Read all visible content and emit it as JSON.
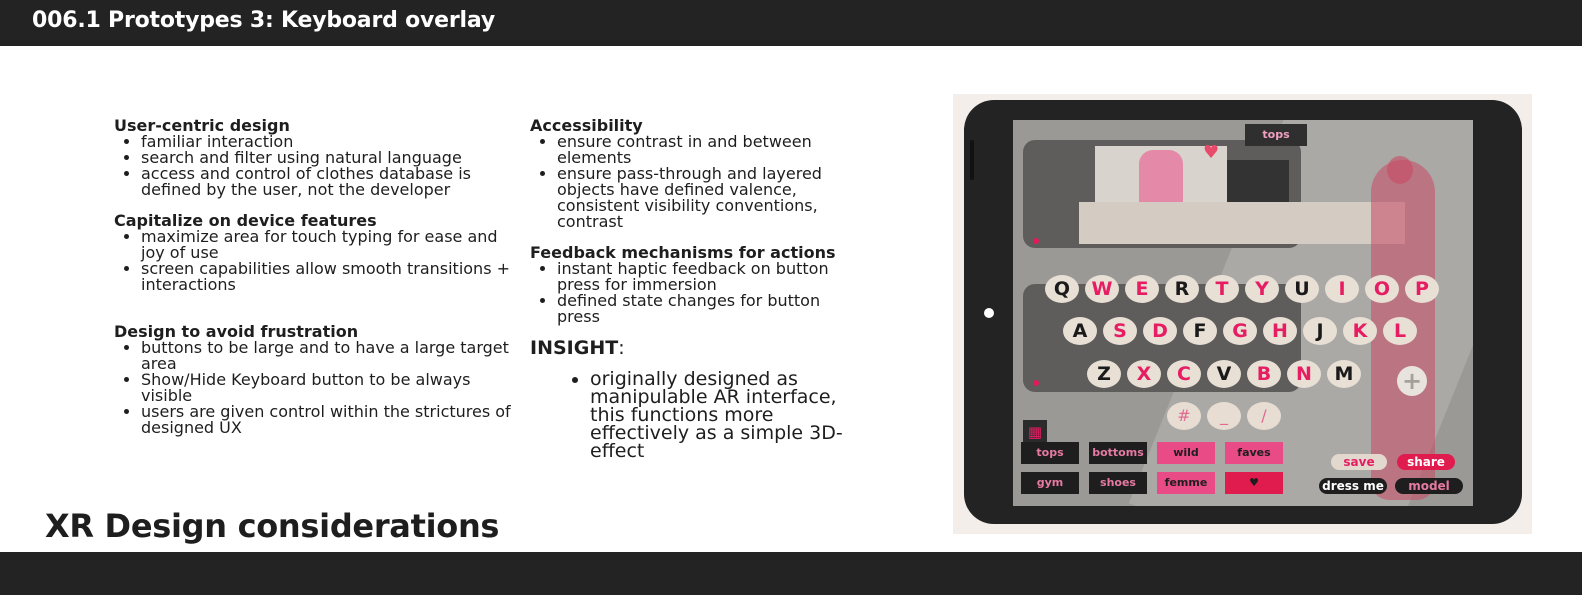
{
  "header": {
    "title": "006.1 Prototypes 3: Keyboard overlay"
  },
  "left_column": {
    "sections": [
      {
        "heading": "User-centric design",
        "items": [
          "familiar interaction",
          "search and filter using natural language",
          "access and control of clothes database is defined by the user, not the developer"
        ]
      },
      {
        "heading": "Capitalize on device features",
        "items": [
          "maximize area for touch typing for ease and joy of use",
          "screen capabilities allow smooth transitions + interactions"
        ]
      },
      {
        "heading": "Design to avoid frustration",
        "items": [
          "buttons to be large and to have a large target area",
          "Show/Hide Keyboard button to be always visible",
          "users are given control within the strictures of designed UX"
        ]
      }
    ]
  },
  "right_column": {
    "sections": [
      {
        "heading": "Accessibility",
        "items": [
          "ensure contrast in and between elements",
          "ensure pass-through and layered objects have defined valence, consistent visibility conventions, contrast"
        ]
      },
      {
        "heading": "Feedback mechanisms for actions",
        "items": [
          "instant haptic feedback on button press for immersion",
          "defined state changes for button press"
        ]
      }
    ],
    "insight_label": "INSIGHT",
    "insight_colon": ":",
    "insight_text": "originally designed as manipulable AR interface, this functions more effectively as a simple 3D-effect"
  },
  "footer": {
    "title": "XR Design considerations"
  },
  "mockup": {
    "tops_tag": "tops",
    "keys_row1": [
      "Q",
      "W",
      "E",
      "R",
      "T",
      "Y",
      "U",
      "I",
      "O",
      "P"
    ],
    "keys_row2": [
      "A",
      "S",
      "D",
      "F",
      "G",
      "H",
      "J",
      "K",
      "L"
    ],
    "keys_row3": [
      "Z",
      "X",
      "C",
      "V",
      "B",
      "N",
      "M"
    ],
    "symbols": [
      "#",
      "_",
      "/"
    ],
    "plus": "+",
    "categories_row1": [
      "tops",
      "bottoms",
      "wild",
      "faves"
    ],
    "categories_row2": [
      "gym",
      "shoes",
      "femme",
      "♥"
    ],
    "actions": {
      "save": "save",
      "share": "share",
      "dress_me": "dress me",
      "model": "model"
    },
    "colors": {
      "accent_pink": "#e61d63",
      "key_bg": "#e8dfd5",
      "bar_dark": "#232323"
    }
  }
}
